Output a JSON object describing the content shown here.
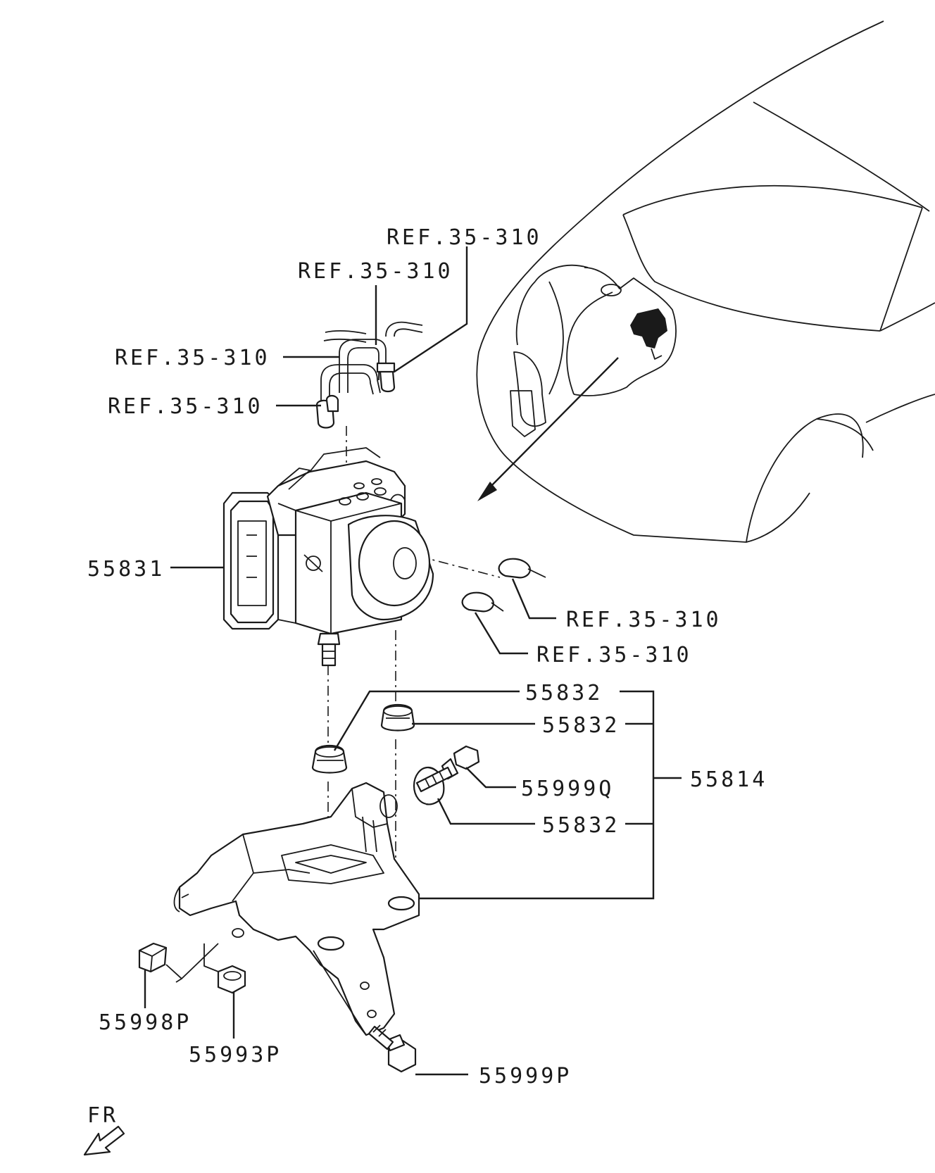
{
  "labels": {
    "ref_top": "REF.35-310",
    "ref_second": "REF.35-310",
    "ref_third": "REF.35-310",
    "ref_fourth": "REF.35-310",
    "ref_right_upper": "REF.35-310",
    "ref_right_lower": "REF.35-310",
    "hydraulic_unit": "55831",
    "mount_a": "55832",
    "mount_b": "55832",
    "mount_c": "55832",
    "bracket_assy": "55814",
    "bolt_q": "55999Q",
    "clip": "55998P",
    "nut": "55993P",
    "bolt_p": "55999P",
    "direction": "FR"
  },
  "icons": {
    "direction_arrow": "front-direction-arrow-icon"
  },
  "colors": {
    "ink": "#1a1a1a",
    "background": "#ffffff"
  }
}
